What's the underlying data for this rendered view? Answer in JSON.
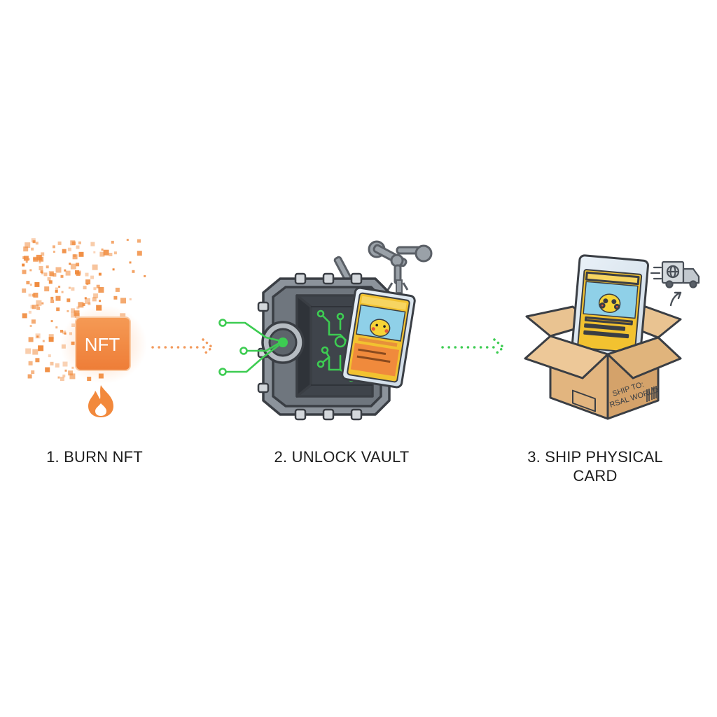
{
  "steps": [
    {
      "label": "1. BURN NFT"
    },
    {
      "label": "2. UNLOCK VAULT"
    },
    {
      "label": "3. SHIP PHYSICAL CARD"
    }
  ],
  "nft_badge_text": "NFT",
  "box_stamp": {
    "line1": "SHIP TO:",
    "line2": "RSAL WORLD"
  },
  "icons": {
    "step1": [
      "pixel-dissolve-icon",
      "nft-badge-icon",
      "flame-icon"
    ],
    "step2": [
      "vault-safe-icon",
      "vault-dial-icon",
      "circuit-icon",
      "robot-arm-icon",
      "graded-card-icon"
    ],
    "step3": [
      "shipping-box-icon",
      "graded-card-icon",
      "delivery-truck-icon",
      "globe-icon"
    ]
  },
  "colors": {
    "burn_orange": "#f08a3c",
    "unlock_green": "#3dcc52",
    "vault_gray": "#6e747b",
    "cardboard": "#e2b57f",
    "card_yellow": "#f2c230"
  }
}
